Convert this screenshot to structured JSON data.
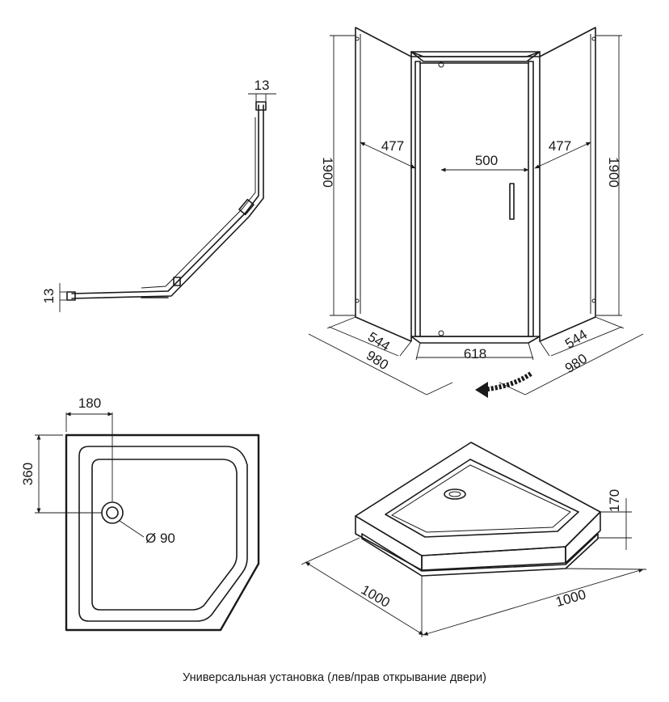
{
  "profile_view": {
    "dim_top": "13",
    "dim_left": "13"
  },
  "front_view": {
    "height_left": "1900",
    "height_right": "1900",
    "panel_left": "477",
    "door": "500",
    "panel_right": "477",
    "base_left": "544",
    "base_right": "544",
    "base_front": "618",
    "depth_left": "980",
    "depth_right": "980"
  },
  "tray_plan": {
    "drain_x": "180",
    "drain_y": "360",
    "drain_diameter": "Ø 90"
  },
  "tray_3d": {
    "height": "170",
    "width_left": "1000",
    "width_right": "1000"
  },
  "caption": "Универсальная установка (лев/прав открывание двери)"
}
